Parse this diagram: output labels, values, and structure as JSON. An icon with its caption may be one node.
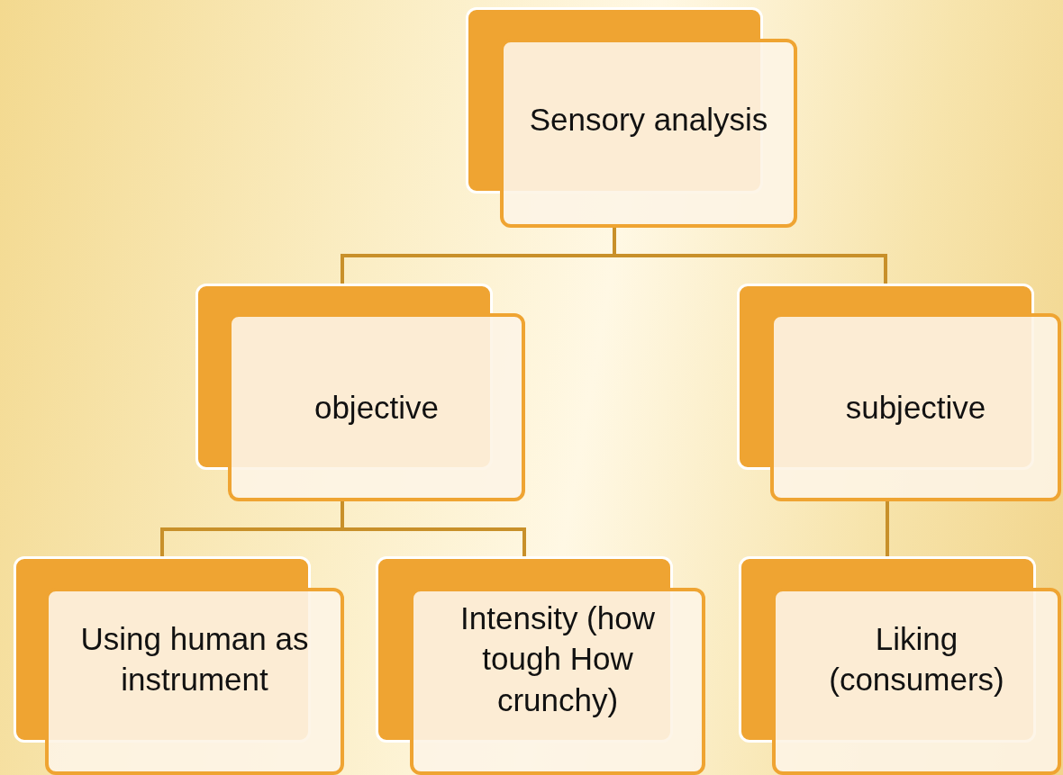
{
  "diagram": {
    "nodes": [
      {
        "text": [
          "Sensory analysis"
        ]
      },
      {
        "text": [
          "objective"
        ]
      },
      {
        "text": [
          "subjective"
        ]
      },
      {
        "text": [
          "Using human as instrument"
        ]
      },
      {
        "text": [
          "Intensity (how tough How crunchy)"
        ]
      },
      {
        "text": [
          "Liking (consumers)"
        ]
      }
    ],
    "edges": [
      {
        "from": 0,
        "to": 1,
        "arrow": "none"
      },
      {
        "from": 0,
        "to": 2,
        "arrow": "none"
      },
      {
        "from": 1,
        "to": 3,
        "arrow": "none"
      },
      {
        "from": 1,
        "to": 4,
        "arrow": "none"
      },
      {
        "from": 2,
        "to": 5,
        "arrow": "none"
      }
    ]
  }
}
